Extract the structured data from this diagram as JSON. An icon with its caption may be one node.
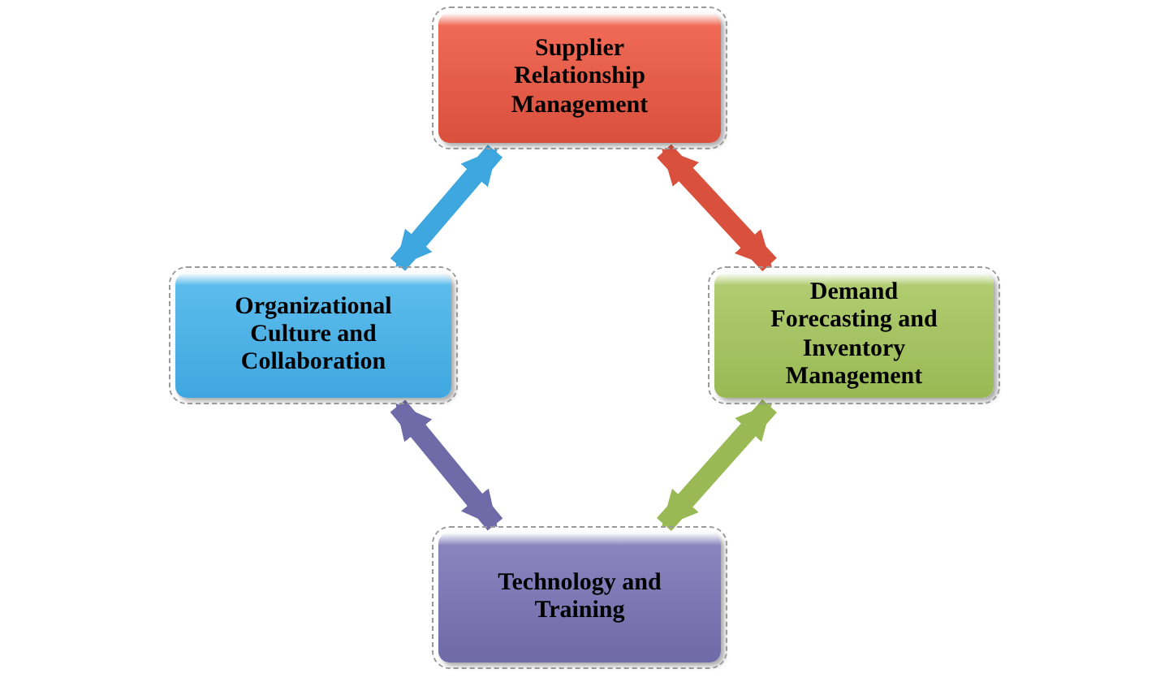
{
  "diagram": {
    "nodes": [
      {
        "text": [
          "Supplier Relationship Management"
        ]
      },
      {
        "text": [
          "Organizational Culture and Collaboration"
        ]
      },
      {
        "text": [
          "Demand Forecasting and Inventory Management"
        ]
      },
      {
        "text": [
          "Technology and Training"
        ]
      }
    ],
    "edges": [
      {
        "from": 1,
        "to": 0,
        "arrow": "both",
        "color": "#3fa7df"
      },
      {
        "from": 0,
        "to": 2,
        "arrow": "both",
        "color": "#d9503d"
      },
      {
        "from": 2,
        "to": 3,
        "arrow": "both",
        "color": "#98b954"
      },
      {
        "from": 1,
        "to": 3,
        "arrow": "both",
        "color": "#6f6aa8"
      }
    ]
  }
}
